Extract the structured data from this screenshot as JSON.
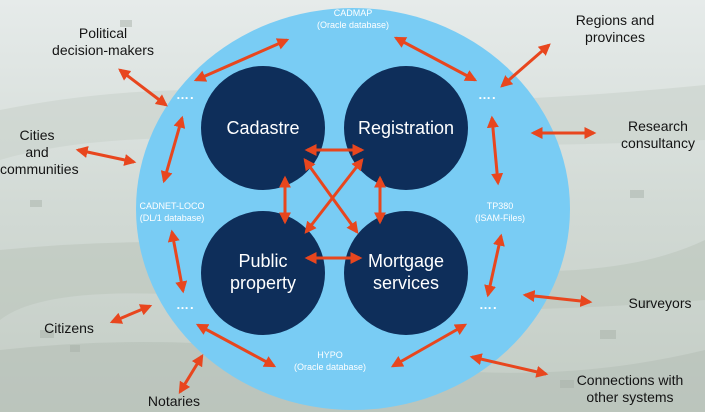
{
  "diagram": {
    "core_nodes": [
      {
        "id": "cadastre",
        "label": "Cadastre"
      },
      {
        "id": "registration",
        "label": "Registration"
      },
      {
        "id": "public_property",
        "label": "Public\nproperty"
      },
      {
        "id": "mortgage",
        "label": "Mortgage\nservices"
      }
    ],
    "databases": [
      {
        "id": "cadmap",
        "name": "CADMAP",
        "type": "(Oracle database)"
      },
      {
        "id": "cadnet",
        "name": "CADNET-LOCO",
        "type": "(DL/1 database)"
      },
      {
        "id": "tp380",
        "name": "TP380",
        "type": "(ISAM-Files)"
      },
      {
        "id": "hypo",
        "name": "HYPO",
        "type": "(Oracle database)"
      }
    ],
    "ellipsis": "….",
    "external": [
      {
        "id": "political",
        "label": "Political\ndecision-makers"
      },
      {
        "id": "regions",
        "label": "Regions and\nprovinces"
      },
      {
        "id": "cities",
        "label": "Cities\nand\ncommunities"
      },
      {
        "id": "research",
        "label": "Research\nconsultancy"
      },
      {
        "id": "citizens",
        "label": "Citizens"
      },
      {
        "id": "surveyors",
        "label": "Surveyors"
      },
      {
        "id": "notaries",
        "label": "Notaries"
      },
      {
        "id": "connections",
        "label": "Connections with\nother systems"
      }
    ],
    "colors": {
      "outer_circle": "#79CCF4",
      "node_fill": "#0E2E5A",
      "arrow": "#E8461E",
      "text_dark": "#141414",
      "text_light": "#FFFFFF"
    }
  }
}
